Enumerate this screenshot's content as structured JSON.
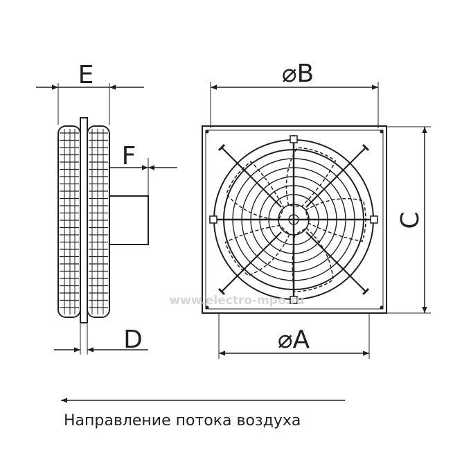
{
  "labels": {
    "e": "E",
    "f": "F",
    "d": "D",
    "b": "⌀B",
    "c": "C",
    "a": "⌀A"
  },
  "watermark": "www.electro-mpo.ru",
  "caption": "Направление потока воздуха",
  "colors": {
    "line": "#231f20",
    "watermark": "#cfcfcf",
    "background": "#ffffff"
  },
  "icons": {
    "airflow": "arrow-left-icon",
    "view": "fan-grille-icon"
  }
}
